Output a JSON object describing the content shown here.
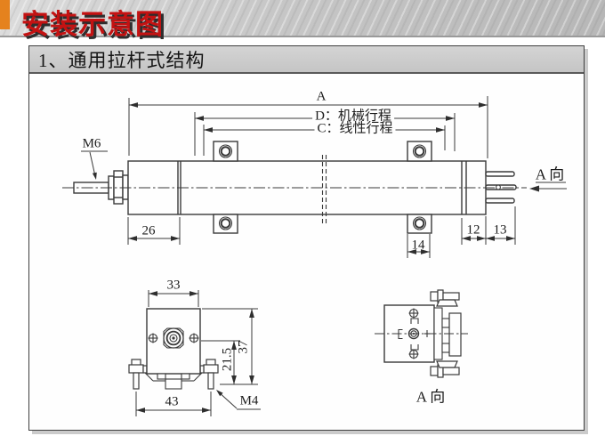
{
  "banner": {
    "title": "安装示意图"
  },
  "section": {
    "heading": "1、通用拉杆式结构"
  },
  "front_view": {
    "thread_label": "M6",
    "dim_overall": "A",
    "dim_mechanical": "D：机械行程",
    "dim_linear": "C：线性行程",
    "dim_left_cap": "26",
    "dim_bracket": "14",
    "dim_right_cap": "12",
    "dim_pin_length": "13",
    "view_arrow_label": "A 向"
  },
  "end_view": {
    "dim_width": "33",
    "dim_height": "37",
    "dim_axis_to_base": "21.5",
    "dim_foot_span": "43",
    "thread_label": "M4"
  },
  "direction_view": {
    "caption": "A 向"
  }
}
